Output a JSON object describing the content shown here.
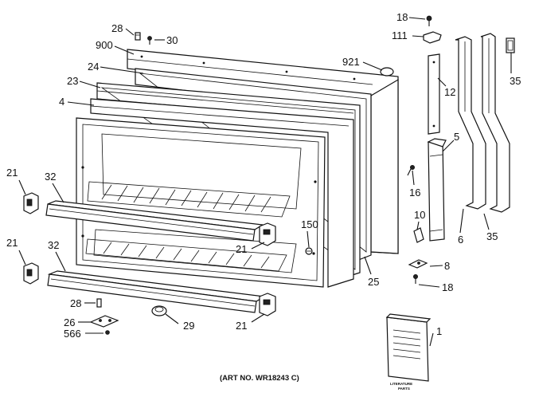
{
  "diagram": {
    "caption": "(ART NO. WR18243 C)",
    "booklet_text": [
      "LITERATURE",
      "PARTS"
    ],
    "part_labels": [
      {
        "id": "lbl-28-top",
        "text": "28"
      },
      {
        "id": "lbl-30",
        "text": "30"
      },
      {
        "id": "lbl-900",
        "text": "900"
      },
      {
        "id": "lbl-24",
        "text": "24"
      },
      {
        "id": "lbl-23",
        "text": "23"
      },
      {
        "id": "lbl-4",
        "text": "4"
      },
      {
        "id": "lbl-921",
        "text": "921"
      },
      {
        "id": "lbl-18-top",
        "text": "18"
      },
      {
        "id": "lbl-111",
        "text": "111"
      },
      {
        "id": "lbl-12",
        "text": "12"
      },
      {
        "id": "lbl-35-top",
        "text": "35"
      },
      {
        "id": "lbl-5",
        "text": "5"
      },
      {
        "id": "lbl-16",
        "text": "16"
      },
      {
        "id": "lbl-10",
        "text": "10"
      },
      {
        "id": "lbl-6",
        "text": "6"
      },
      {
        "id": "lbl-35-bottom",
        "text": "35"
      },
      {
        "id": "lbl-8",
        "text": "8"
      },
      {
        "id": "lbl-18-bottom",
        "text": "18"
      },
      {
        "id": "lbl-21-left-top",
        "text": "21"
      },
      {
        "id": "lbl-32-top",
        "text": "32"
      },
      {
        "id": "lbl-21-left-bottom",
        "text": "21"
      },
      {
        "id": "lbl-32-bottom",
        "text": "32"
      },
      {
        "id": "lbl-150",
        "text": "150"
      },
      {
        "id": "lbl-21-mid",
        "text": "21"
      },
      {
        "id": "lbl-25",
        "text": "25"
      },
      {
        "id": "lbl-28-bottom",
        "text": "28"
      },
      {
        "id": "lbl-26",
        "text": "26"
      },
      {
        "id": "lbl-566",
        "text": "566"
      },
      {
        "id": "lbl-29",
        "text": "29"
      },
      {
        "id": "lbl-21-bottom",
        "text": "21"
      },
      {
        "id": "lbl-1",
        "text": "1"
      }
    ]
  }
}
